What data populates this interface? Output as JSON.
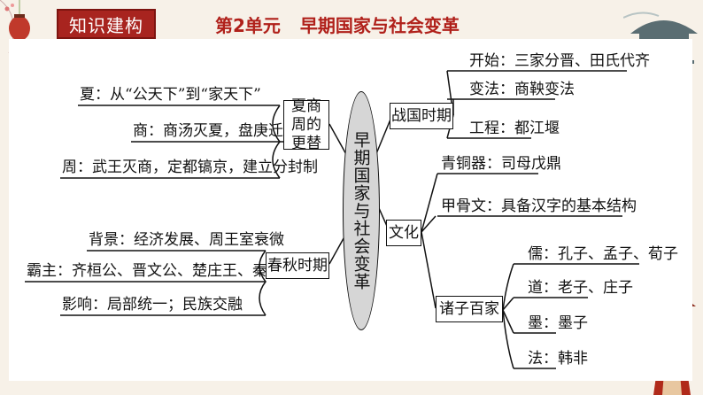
{
  "header": {
    "tag": "知识建构",
    "unit": "第2单元",
    "title": "早期国家与社会变革"
  },
  "center": "早期国家与社会变革",
  "left": {
    "xia_shang_zhou": {
      "box": "夏商周的更替",
      "items": [
        "夏：从“公天下”到“家天下”",
        "商：商汤灭夏，盘庚迁殷",
        "周：武王灭商，定都镐京，建立分封制"
      ]
    },
    "chunqiu": {
      "box": "春秋时期",
      "items": [
        "背景：经济发展、周王室衰微",
        "霸主：齐桓公、晋文公、楚庄王、秦穆公",
        "影响：局部统一；民族交融"
      ]
    }
  },
  "right": {
    "zhanguo": {
      "box": "战国时期",
      "items": [
        "开始：三家分晋、田氏代齐",
        "变法：商鞅变法",
        "工程：都江堰"
      ]
    },
    "wenhua": {
      "box": "文化",
      "items": [
        "青铜器：司母戊鼎",
        "甲骨文：具备汉字的基本结构"
      ],
      "zhuzi": {
        "box": "诸子百家",
        "items": [
          "儒：孔子、孟子、荀子",
          "道：老子、庄子",
          "墨：墨子",
          "法：韩非"
        ]
      }
    }
  }
}
